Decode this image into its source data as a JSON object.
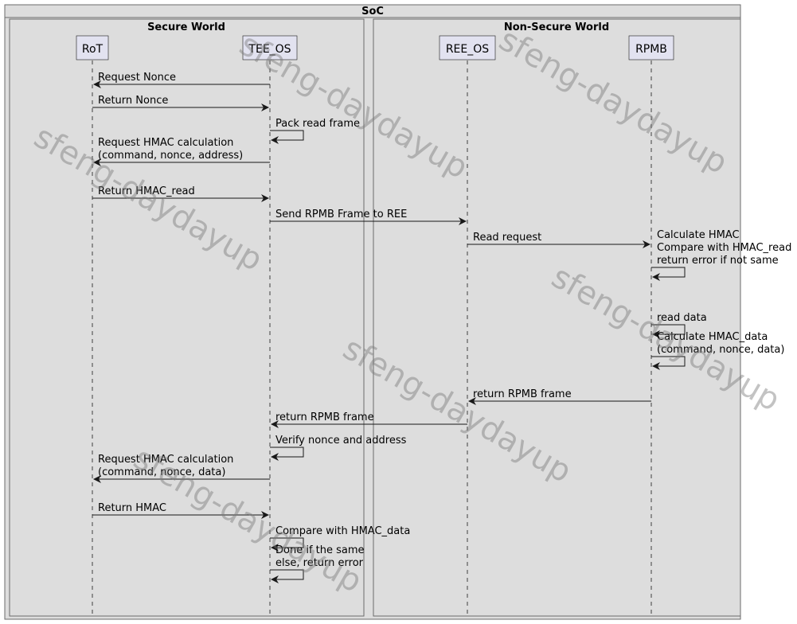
{
  "boxes": {
    "soc": "SoC",
    "secure": "Secure World",
    "nonsecure": "Non-Secure World"
  },
  "participants": [
    {
      "id": "rot",
      "label": "RoT"
    },
    {
      "id": "tee",
      "label": "TEE_OS"
    },
    {
      "id": "ree",
      "label": "REE_OS"
    },
    {
      "id": "rpmb",
      "label": "RPMB"
    }
  ],
  "messages": [
    {
      "from": "tee",
      "to": "rot",
      "lines": [
        "Request Nonce"
      ]
    },
    {
      "from": "rot",
      "to": "tee",
      "lines": [
        "Return Nonce"
      ]
    },
    {
      "from": "tee",
      "to": "tee",
      "lines": [
        "Pack read frame"
      ]
    },
    {
      "from": "tee",
      "to": "rot",
      "lines": [
        "Request HMAC calculation",
        "(command, nonce, address)"
      ]
    },
    {
      "from": "rot",
      "to": "tee",
      "lines": [
        "Return HMAC_read"
      ]
    },
    {
      "from": "tee",
      "to": "ree",
      "lines": [
        "Send RPMB Frame to REE"
      ]
    },
    {
      "from": "ree",
      "to": "rpmb",
      "lines": [
        "Read request"
      ]
    },
    {
      "from": "rpmb",
      "to": "rpmb",
      "lines": [
        "Calculate HMAC",
        "Compare with HMAC_read",
        "return error if not same"
      ]
    },
    {
      "from": "rpmb",
      "to": "rpmb",
      "lines": [
        "read data"
      ]
    },
    {
      "from": "rpmb",
      "to": "rpmb",
      "lines": [
        "Calculate HMAC_data",
        "(command, nonce, data)"
      ]
    },
    {
      "from": "rpmb",
      "to": "ree",
      "lines": [
        "return RPMB frame"
      ]
    },
    {
      "from": "ree",
      "to": "tee",
      "lines": [
        "return RPMB frame"
      ]
    },
    {
      "from": "tee",
      "to": "tee",
      "lines": [
        "Verify nonce and address"
      ]
    },
    {
      "from": "tee",
      "to": "rot",
      "lines": [
        "Request HMAC calculation",
        "(command, nonce, data)"
      ]
    },
    {
      "from": "rot",
      "to": "tee",
      "lines": [
        "Return HMAC"
      ]
    },
    {
      "from": "tee",
      "to": "tee",
      "lines": [
        "Compare with HMAC_data"
      ]
    },
    {
      "from": "tee",
      "to": "tee",
      "lines": [
        "Done if the same",
        "else, return error"
      ]
    }
  ],
  "watermark": "sfeng-daydayup"
}
